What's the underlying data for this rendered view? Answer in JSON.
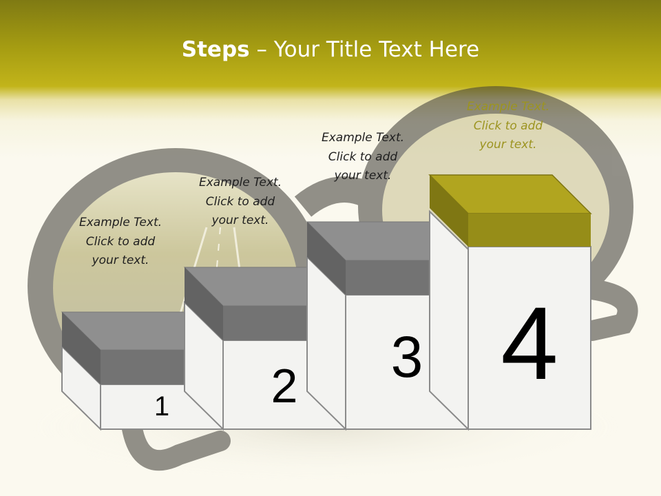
{
  "title": {
    "bold": "Steps",
    "rest": "– Your Title Text Here"
  },
  "steps": [
    {
      "number": "1",
      "text": [
        "Example Text.",
        "Click  to add",
        "your text."
      ]
    },
    {
      "number": "2",
      "text": [
        "Example Text.",
        "Click  to add",
        "your text."
      ]
    },
    {
      "number": "3",
      "text": [
        "Example Text.",
        "Click  to add",
        "your text."
      ]
    },
    {
      "number": "4",
      "text": [
        "Example Text.",
        "Click  to add",
        "your text."
      ]
    }
  ],
  "colors": {
    "accent": "#9c9420",
    "block_top": "#8e8e8e",
    "block_front": "#6f6f6f",
    "accent_block": "#b1a51f"
  }
}
